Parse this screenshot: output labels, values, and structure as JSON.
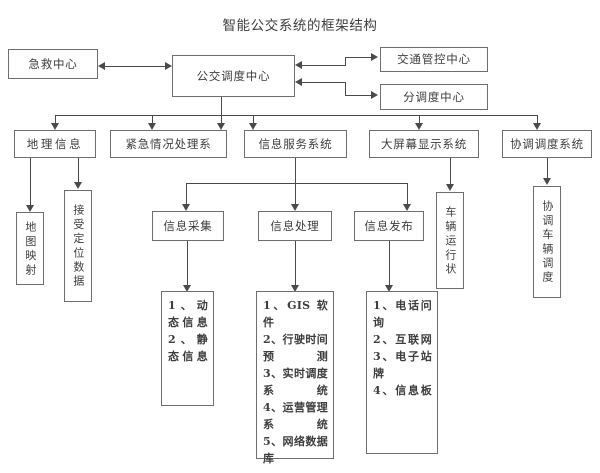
{
  "diagram": {
    "title": "智能公交系统的框架结构",
    "type": "hierarchical-block-diagram",
    "background_color": "#ffffff",
    "line_color": "#4a4a4a",
    "box_border_color": "#6e6e6e",
    "text_color": "#3d3d3d"
  },
  "nodes": {
    "emergency_center": "急救中心",
    "bus_dispatch_center": "公交调度中心",
    "traffic_control_center": "交通管控中心",
    "sub_dispatch_center": "分调度中心",
    "geographic_info": "地理信息",
    "emergency_handling": "紧急情况处理系",
    "info_service_system": "信息服务系统",
    "large_screen_display": "大屏幕显示系统",
    "coordinated_dispatch": "协调调度系统",
    "map_mapping": "地图映射",
    "receive_location_data": "接受定位数据",
    "info_collection": "信息采集",
    "info_processing": "信息处理",
    "info_release": "信息发布",
    "vehicle_running_status": "车辆运行状",
    "coordinate_vehicle_dispatch": "协调车辆调度"
  },
  "lists": {
    "collection_items": [
      "1、动态信息",
      "2、静态信息"
    ],
    "processing_items": [
      "1、GIS 软件",
      "2、行驶时间预测",
      "3、实时调度系统",
      "4、运营管理系统",
      "5、网络数据库"
    ],
    "release_items": [
      "1、电话问询",
      "2、互联网",
      "3、电子站牌",
      "4、信息板"
    ]
  }
}
